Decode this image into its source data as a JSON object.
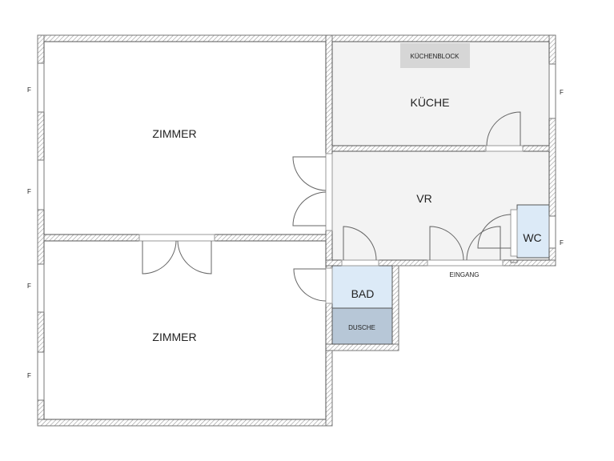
{
  "rooms": {
    "zimmer_top": "ZIMMER",
    "zimmer_bottom": "ZIMMER",
    "kueche": "KÜCHE",
    "kuechenblock": "KÜCHENBLOCK",
    "vr": "VR",
    "wc": "WC",
    "bad": "BAD",
    "dusche": "DUSCHE"
  },
  "labels": {
    "eingang": "EINGANG",
    "window_marker": "F"
  },
  "colors": {
    "wall": "#999999",
    "kueche_floor": "#f3f3f3",
    "kuechenblock": "#d6d6d6",
    "wet_room": "#dceaf7",
    "dusche": "#b7c7d7"
  }
}
